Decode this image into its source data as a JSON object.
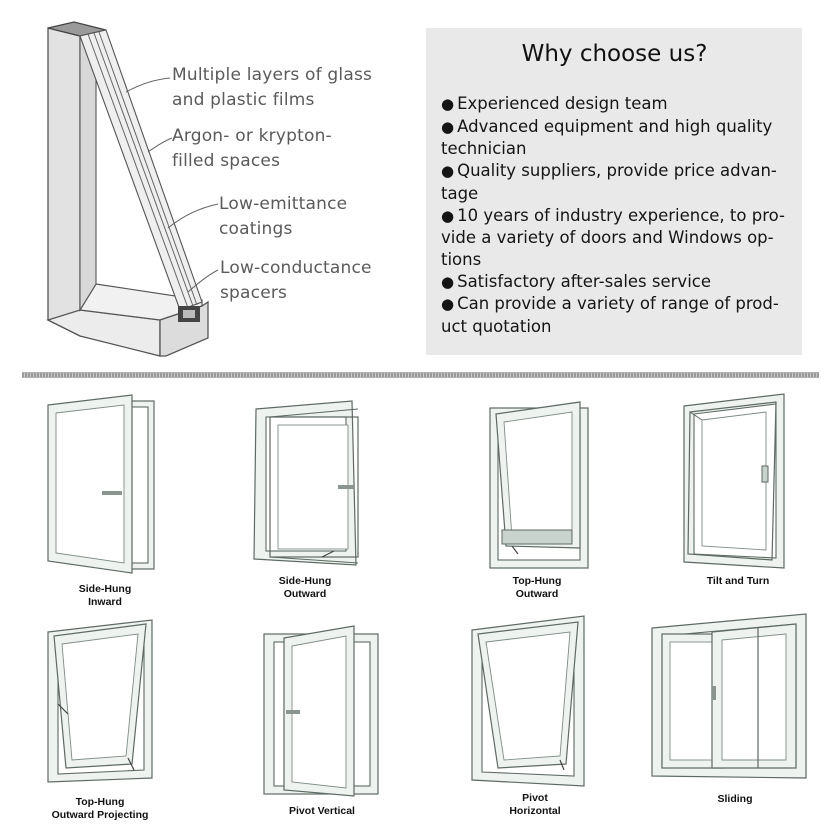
{
  "diagram": {
    "callouts": [
      {
        "line1": "Multiple layers of glass",
        "line2": "and plastic films"
      },
      {
        "line1": "Argon- or krypton-",
        "line2": "filled spaces"
      },
      {
        "line1": "Low-emittance",
        "line2": "coatings"
      },
      {
        "line1": "Low-conductance",
        "line2": "spacers"
      }
    ]
  },
  "why_choose_us": {
    "title": "Why choose us?",
    "bullet": "●",
    "items": [
      [
        "Experienced design team"
      ],
      [
        "Advanced equipment and high quality",
        "technician"
      ],
      [
        "Quality suppliers, provide price advan-",
        "tage"
      ],
      [
        "10 years of industry experience, to pro-",
        "vide a variety of doors and Windows op-",
        "tions"
      ],
      [
        "Satisfactory after-sales service"
      ],
      [
        "Can provide a variety of range of prod-",
        "uct quotation"
      ]
    ]
  },
  "window_types": [
    {
      "line1": "Side-Hung",
      "line2": "Inward",
      "icon": "side-hung-inward-icon"
    },
    {
      "line1": "Side-Hung",
      "line2": "Outward",
      "icon": "side-hung-outward-icon"
    },
    {
      "line1": "Top-Hung",
      "line2": "Outward",
      "icon": "top-hung-outward-icon"
    },
    {
      "line1": "Tilt and Turn",
      "line2": "",
      "icon": "tilt-and-turn-icon"
    },
    {
      "line1": "Top-Hung",
      "line2": "Outward Projecting",
      "icon": "top-hung-outward-projecting-icon"
    },
    {
      "line1": "Pivot Vertical",
      "line2": "",
      "icon": "pivot-vertical-icon"
    },
    {
      "line1": "Pivot",
      "line2": "Horizontal",
      "icon": "pivot-horizontal-icon"
    },
    {
      "line1": "Sliding",
      "line2": "",
      "icon": "sliding-icon"
    }
  ]
}
